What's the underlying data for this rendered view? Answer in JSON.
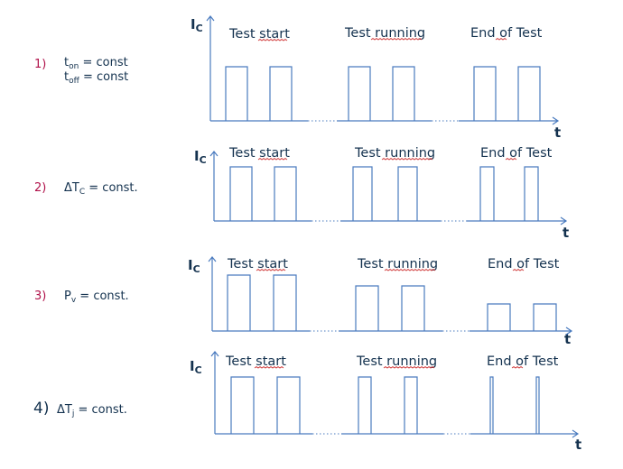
{
  "rows": [
    {
      "number": "1)",
      "conditions": [
        {
          "main": "t",
          "sub": "on",
          "rest": " = const"
        },
        {
          "main": "t",
          "sub": "off",
          "rest": " = const"
        }
      ],
      "y_axis_label": {
        "main": "I",
        "sub": "C"
      },
      "x_axis_label": "t",
      "phases": [
        "Test start",
        "Test running",
        "End of Test"
      ],
      "pulse_levels": [
        1,
        1,
        1
      ],
      "pulse_widths_rel": [
        1,
        1,
        1
      ]
    },
    {
      "number": "2)",
      "conditions": [
        {
          "main": "ΔT",
          "sub": "C",
          "rest": " = const."
        }
      ],
      "y_axis_label": {
        "main": "I",
        "sub": "C"
      },
      "x_axis_label": "t",
      "phases": [
        "Test start",
        "Test running",
        "End of Test"
      ],
      "pulse_levels": [
        1,
        1,
        1
      ],
      "pulse_widths_rel": [
        1,
        0.85,
        0.65
      ]
    },
    {
      "number": "3)",
      "conditions": [
        {
          "main": "P",
          "sub": "v",
          "rest": " = const."
        }
      ],
      "y_axis_label": {
        "main": "I",
        "sub": "C"
      },
      "x_axis_label": "t",
      "phases": [
        "Test start",
        "Test running",
        "End of Test"
      ],
      "pulse_levels": [
        1,
        0.83,
        0.5
      ],
      "pulse_widths_rel": [
        1,
        1,
        1
      ]
    },
    {
      "number": "4)",
      "conditions": [
        {
          "main": "ΔT",
          "sub": "j",
          "rest": " = const."
        }
      ],
      "y_axis_label": {
        "main": "I",
        "sub": "C"
      },
      "x_axis_label": "t",
      "phases": [
        "Test start",
        "Test running",
        "End of Test"
      ],
      "pulse_levels": [
        1,
        1,
        1
      ],
      "pulse_widths_rel": [
        1,
        0.55,
        0.1
      ]
    }
  ],
  "colors": {
    "text": "#14324f",
    "number": "#b0124a",
    "signal": "#4a7bbf",
    "spellcheck_underline": "#d03a3a"
  }
}
